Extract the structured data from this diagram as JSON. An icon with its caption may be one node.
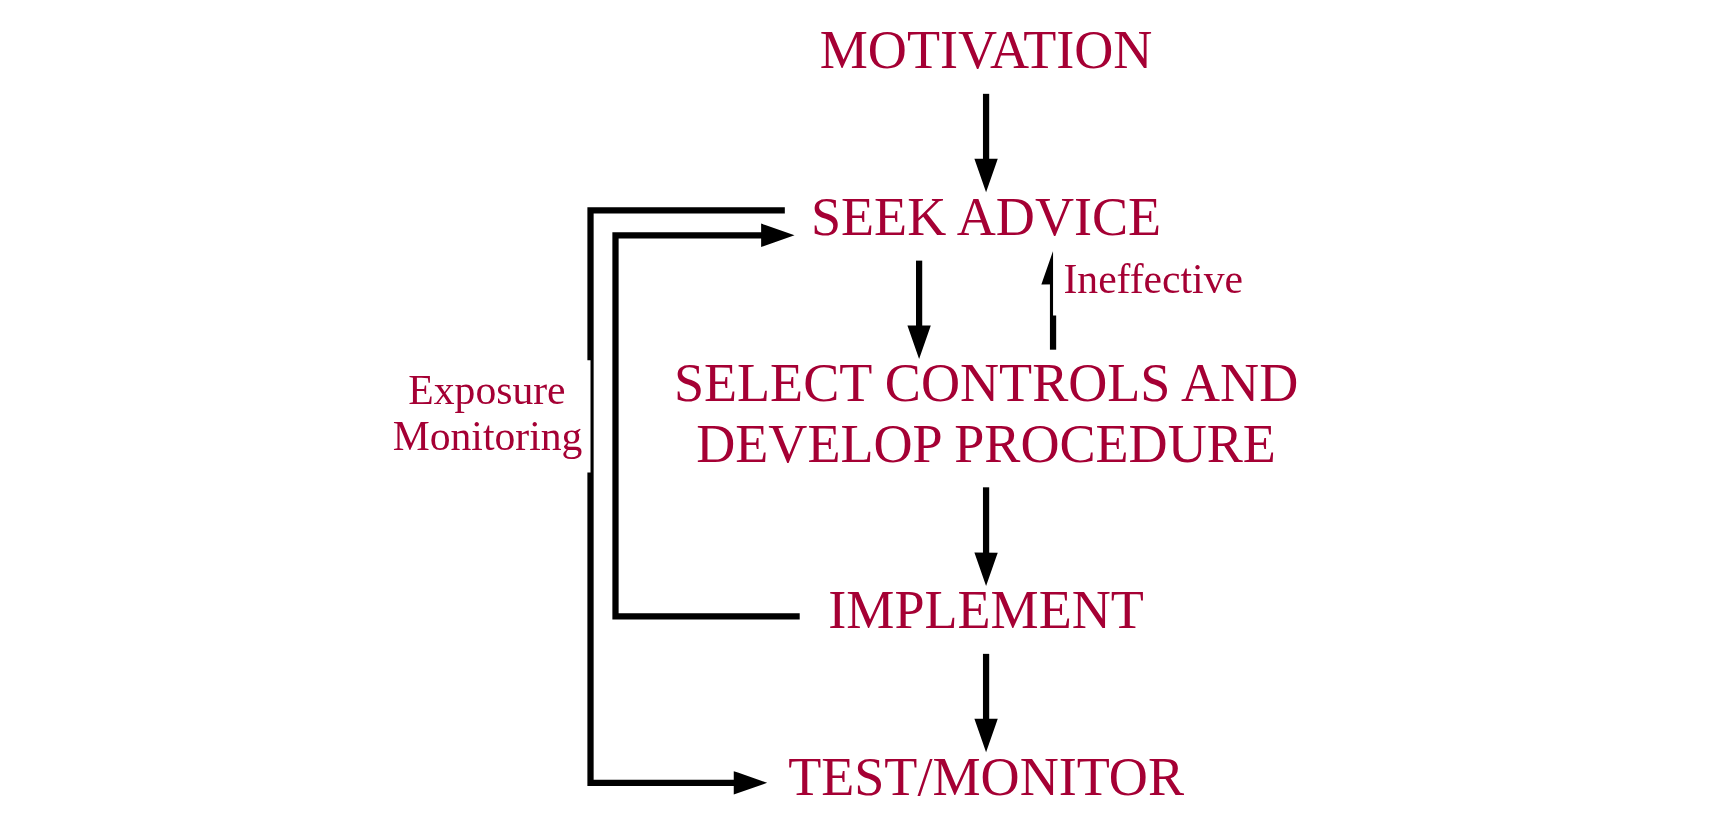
{
  "diagram": {
    "nodes": [
      {
        "text": [
          "MOTIVATION"
        ]
      },
      {
        "text": [
          "SEEK ADVICE"
        ]
      },
      {
        "text": [
          "SELECT CONTROLS AND DEVELOP PROCEDURE"
        ]
      },
      {
        "text": [
          "IMPLEMENT"
        ]
      },
      {
        "text": [
          "TEST/MONITOR"
        ]
      }
    ],
    "edges": [
      {
        "from": 0,
        "to": 1,
        "arrow": "to"
      },
      {
        "from": 1,
        "to": 2,
        "arrow": "to"
      },
      {
        "from": 2,
        "to": 3,
        "arrow": "to"
      },
      {
        "from": 3,
        "to": 4,
        "arrow": "to"
      },
      {
        "from": 1,
        "to": 4,
        "arrow": "to",
        "label": "Exposure Monitoring"
      },
      {
        "from": 2,
        "to": 1,
        "arrow": "to",
        "label": "Ineffective"
      },
      {
        "from": 3,
        "to": 1,
        "arrow": "to"
      }
    ]
  }
}
